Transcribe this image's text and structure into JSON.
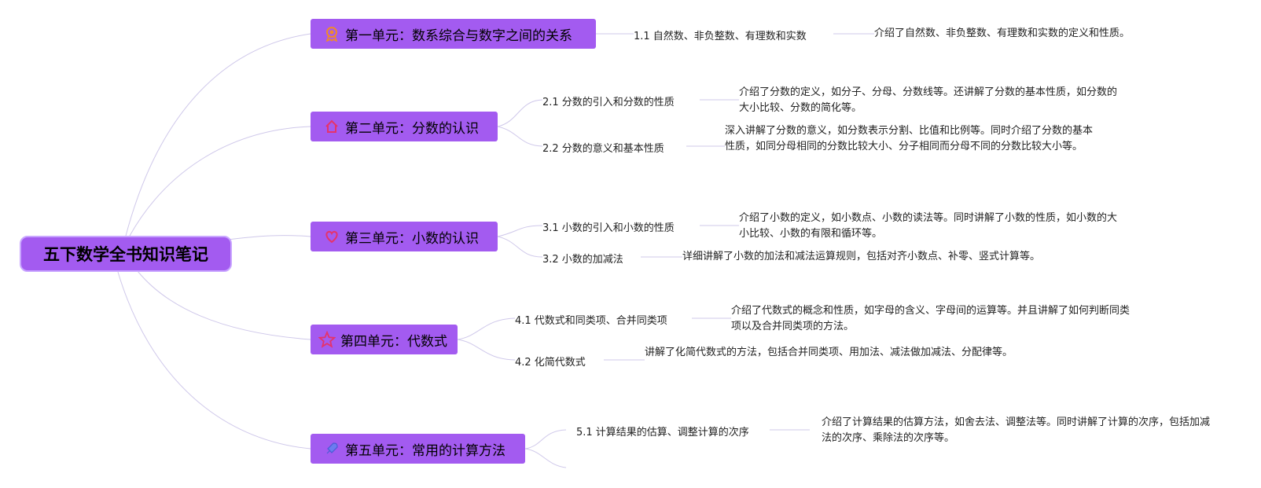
{
  "root": "五下数学全书知识笔记",
  "units": [
    {
      "title": "第一单元：数系综合与数字之间的关系",
      "icon": "award-ribbon-icon",
      "topics": [
        {
          "label": "1.1 自然数、非负整数、有理数和实数",
          "desc": "介绍了自然数、非负整数、有理数和实数的定义和性质。"
        }
      ]
    },
    {
      "title": "第二单元：分数的认识",
      "icon": "house-icon",
      "topics": [
        {
          "label": "2.1 分数的引入和分数的性质",
          "desc": "介绍了分数的定义，如分子、分母、分数线等。还讲解了分数的基本性质，如分数的大小比较、分数的简化等。"
        },
        {
          "label": "2.2 分数的意义和基本性质",
          "desc": "深入讲解了分数的意义，如分数表示分割、比值和比例等。同时介绍了分数的基本性质，如同分母相同的分数比较大小、分子相同而分母不同的分数比较大小等。"
        }
      ]
    },
    {
      "title": "第三单元：小数的认识",
      "icon": "heart-icon",
      "topics": [
        {
          "label": "3.1 小数的引入和小数的性质",
          "desc": "介绍了小数的定义，如小数点、小数的读法等。同时讲解了小数的性质，如小数的大小比较、小数的有限和循环等。"
        },
        {
          "label": "3.2 小数的加减法",
          "desc": "详细讲解了小数的加法和减法运算规则，包括对齐小数点、补零、竖式计算等。"
        }
      ]
    },
    {
      "title": "第四单元：代数式",
      "icon": "star-icon",
      "topics": [
        {
          "label": "4.1 代数式和同类项、合并同类项",
          "desc": "介绍了代数式的概念和性质，如字母的含义、字母间的运算等。并且讲解了如何判断同类项以及合并同类项的方法。"
        },
        {
          "label": "4.2 化简代数式",
          "desc": "讲解了化简代数式的方法，包括合并同类项、用加法、减法做加减法、分配律等。"
        }
      ]
    },
    {
      "title": "第五单元：常用的计算方法",
      "icon": "rocket-icon",
      "topics": [
        {
          "label": "5.1 计算结果的估算、调整计算的次序",
          "desc": "介绍了计算结果的估算方法，如舍去法、调整法等。同时讲解了计算的次序，包括加减法的次序、乘除法的次序等。"
        }
      ]
    }
  ],
  "colors": {
    "node_fill": "#a35bf0",
    "root_border": "#c9a6ff",
    "line": "#c9c2e6"
  }
}
